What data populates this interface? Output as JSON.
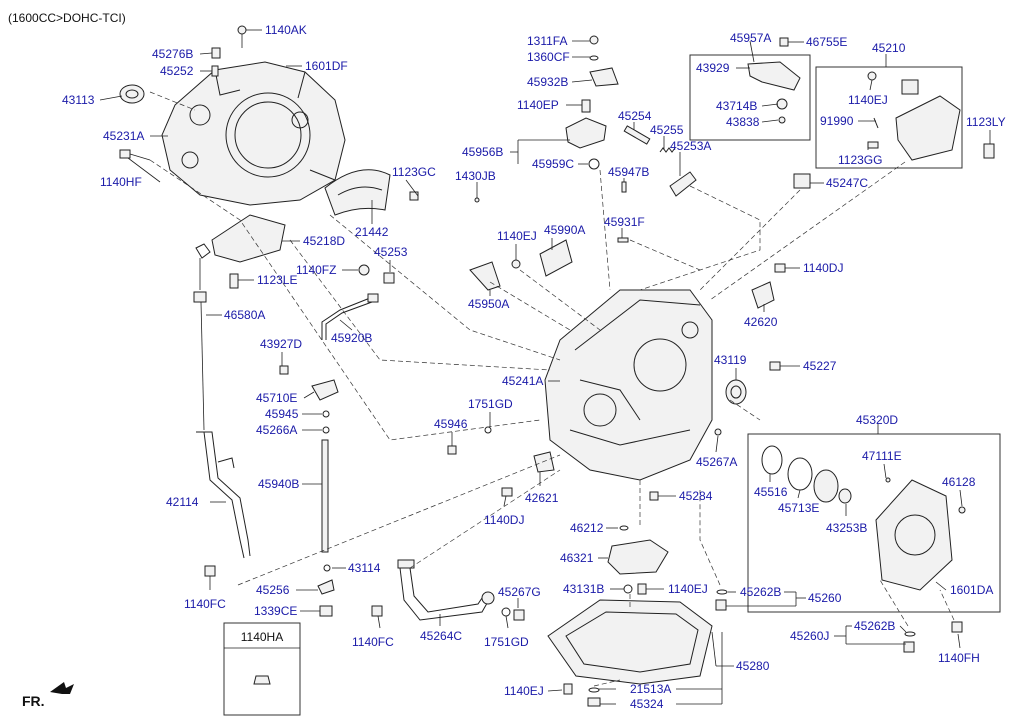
{
  "header": {
    "spec": "(1600CC>DOHC-TCI)"
  },
  "footer": {
    "front_label": "FR."
  },
  "legend_box": {
    "title": "1140HA"
  },
  "callouts": [
    {
      "id": "1140AK",
      "text": "1140AK"
    },
    {
      "id": "45276B",
      "text": "45276B"
    },
    {
      "id": "45252",
      "text": "45252"
    },
    {
      "id": "1601DF",
      "text": "1601DF"
    },
    {
      "id": "43113",
      "text": "43113"
    },
    {
      "id": "45231A",
      "text": "45231A"
    },
    {
      "id": "1140HF",
      "text": "1140HF"
    },
    {
      "id": "1123GC",
      "text": "1123GC"
    },
    {
      "id": "21442",
      "text": "21442"
    },
    {
      "id": "45218D",
      "text": "45218D"
    },
    {
      "id": "1123LE",
      "text": "1123LE"
    },
    {
      "id": "46580A",
      "text": "46580A"
    },
    {
      "id": "1140FZ",
      "text": "1140FZ"
    },
    {
      "id": "45253",
      "text": "45253"
    },
    {
      "id": "45920B",
      "text": "45920B"
    },
    {
      "id": "43927D",
      "text": "43927D"
    },
    {
      "id": "45710E",
      "text": "45710E"
    },
    {
      "id": "45945",
      "text": "45945"
    },
    {
      "id": "45266A",
      "text": "45266A"
    },
    {
      "id": "45940B",
      "text": "45940B"
    },
    {
      "id": "42114",
      "text": "42114"
    },
    {
      "id": "1140FC_l",
      "text": "1140FC"
    },
    {
      "id": "43114",
      "text": "43114"
    },
    {
      "id": "45256",
      "text": "45256"
    },
    {
      "id": "1339CE",
      "text": "1339CE"
    },
    {
      "id": "1311FA",
      "text": "1311FA"
    },
    {
      "id": "1360CF",
      "text": "1360CF"
    },
    {
      "id": "45932B",
      "text": "45932B"
    },
    {
      "id": "1140EP",
      "text": "1140EP"
    },
    {
      "id": "45956B",
      "text": "45956B"
    },
    {
      "id": "45959C",
      "text": "45959C"
    },
    {
      "id": "1430JB",
      "text": "1430JB"
    },
    {
      "id": "1140EJ_a",
      "text": "1140EJ"
    },
    {
      "id": "45990A",
      "text": "45990A"
    },
    {
      "id": "45950A",
      "text": "45950A"
    },
    {
      "id": "45254",
      "text": "45254"
    },
    {
      "id": "45255",
      "text": "45255"
    },
    {
      "id": "45253A",
      "text": "45253A"
    },
    {
      "id": "45947B",
      "text": "45947B"
    },
    {
      "id": "45931F",
      "text": "45931F"
    },
    {
      "id": "45957A",
      "text": "45957A"
    },
    {
      "id": "46755E",
      "text": "46755E"
    },
    {
      "id": "43929",
      "text": "43929"
    },
    {
      "id": "43714B",
      "text": "43714B"
    },
    {
      "id": "43838",
      "text": "43838"
    },
    {
      "id": "45210",
      "text": "45210"
    },
    {
      "id": "1140EJ_b",
      "text": "1140EJ"
    },
    {
      "id": "91990",
      "text": "91990"
    },
    {
      "id": "1123GG",
      "text": "1123GG"
    },
    {
      "id": "1123LY",
      "text": "1123LY"
    },
    {
      "id": "45247C",
      "text": "45247C"
    },
    {
      "id": "1140DJ_a",
      "text": "1140DJ"
    },
    {
      "id": "42620",
      "text": "42620"
    },
    {
      "id": "43119",
      "text": "43119"
    },
    {
      "id": "45227",
      "text": "45227"
    },
    {
      "id": "45241A",
      "text": "45241A"
    },
    {
      "id": "1751GD_a",
      "text": "1751GD"
    },
    {
      "id": "45946",
      "text": "45946"
    },
    {
      "id": "45267A",
      "text": "45267A"
    },
    {
      "id": "42621",
      "text": "42621"
    },
    {
      "id": "1140DJ_b",
      "text": "1140DJ"
    },
    {
      "id": "45284",
      "text": "45284"
    },
    {
      "id": "45320D",
      "text": "45320D"
    },
    {
      "id": "47111E",
      "text": "47111E"
    },
    {
      "id": "45516",
      "text": "45516"
    },
    {
      "id": "45713E",
      "text": "45713E"
    },
    {
      "id": "46128",
      "text": "46128"
    },
    {
      "id": "43253B",
      "text": "43253B"
    },
    {
      "id": "1601DA",
      "text": "1601DA"
    },
    {
      "id": "46212",
      "text": "46212"
    },
    {
      "id": "46321",
      "text": "46321"
    },
    {
      "id": "43131B",
      "text": "43131B"
    },
    {
      "id": "1140EJ_c",
      "text": "1140EJ"
    },
    {
      "id": "45262B_a",
      "text": "45262B"
    },
    {
      "id": "45260",
      "text": "45260"
    },
    {
      "id": "45267G",
      "text": "45267G"
    },
    {
      "id": "1140FC_b",
      "text": "1140FC"
    },
    {
      "id": "45264C",
      "text": "45264C"
    },
    {
      "id": "1751GD_b",
      "text": "1751GD"
    },
    {
      "id": "45280",
      "text": "45280"
    },
    {
      "id": "45260J",
      "text": "45260J"
    },
    {
      "id": "45262B_b",
      "text": "45262B"
    },
    {
      "id": "1140FH",
      "text": "1140FH"
    },
    {
      "id": "1140EJ_d",
      "text": "1140EJ"
    },
    {
      "id": "21513A",
      "text": "21513A"
    },
    {
      "id": "45324",
      "text": "45324"
    }
  ]
}
